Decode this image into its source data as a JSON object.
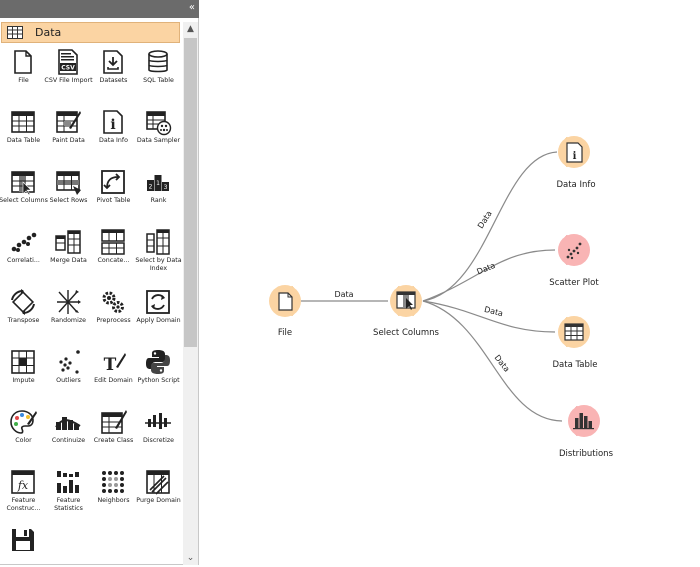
{
  "toolbox": {
    "collapse_icon": "«",
    "category": "Data",
    "scroll_up": "▲",
    "scroll_down": "⌄",
    "widgets": [
      {
        "label": "File",
        "icon": "file-icon"
      },
      {
        "label": "CSV File Import",
        "icon": "csv-file-icon"
      },
      {
        "label": "Datasets",
        "icon": "datasets-icon"
      },
      {
        "label": "SQL Table",
        "icon": "database-icon"
      },
      {
        "label": "Data Table",
        "icon": "table-icon"
      },
      {
        "label": "Paint Data",
        "icon": "paint-data-icon"
      },
      {
        "label": "Data Info",
        "icon": "info-icon"
      },
      {
        "label": "Data Sampler",
        "icon": "data-sampler-icon"
      },
      {
        "label": "Select Columns",
        "icon": "select-columns-icon"
      },
      {
        "label": "Select Rows",
        "icon": "select-rows-icon"
      },
      {
        "label": "Pivot Table",
        "icon": "pivot-table-icon"
      },
      {
        "label": "Rank",
        "icon": "rank-icon"
      },
      {
        "label": "Correlati...",
        "icon": "correlations-icon"
      },
      {
        "label": "Merge Data",
        "icon": "merge-data-icon"
      },
      {
        "label": "Concate...",
        "icon": "concatenate-icon"
      },
      {
        "label": "Select by Data Index",
        "icon": "select-by-index-icon"
      },
      {
        "label": "Transpose",
        "icon": "transpose-icon"
      },
      {
        "label": "Randomize",
        "icon": "randomize-icon"
      },
      {
        "label": "Preprocess",
        "icon": "preprocess-icon"
      },
      {
        "label": "Apply Domain",
        "icon": "apply-domain-icon"
      },
      {
        "label": "Impute",
        "icon": "impute-icon"
      },
      {
        "label": "Outliers",
        "icon": "outliers-icon"
      },
      {
        "label": "Edit Domain",
        "icon": "edit-domain-icon"
      },
      {
        "label": "Python Script",
        "icon": "python-icon"
      },
      {
        "label": "Color",
        "icon": "color-palette-icon"
      },
      {
        "label": "Continuize",
        "icon": "continuize-icon"
      },
      {
        "label": "Create Class",
        "icon": "create-class-icon"
      },
      {
        "label": "Discretize",
        "icon": "discretize-icon"
      },
      {
        "label": "Feature Construc...",
        "icon": "feature-constructor-icon"
      },
      {
        "label": "Feature Statistics",
        "icon": "feature-statistics-icon"
      },
      {
        "label": "Neighbors",
        "icon": "neighbors-icon"
      },
      {
        "label": "Purge Domain",
        "icon": "purge-domain-icon"
      },
      {
        "label": "",
        "icon": "save-icon"
      }
    ]
  },
  "workflow": {
    "nodes": {
      "file": {
        "label": "File"
      },
      "select_columns": {
        "label": "Select Columns"
      },
      "data_info": {
        "label": "Data Info"
      },
      "scatter_plot": {
        "label": "Scatter Plot"
      },
      "data_table": {
        "label": "Data Table"
      },
      "distributions": {
        "label": "Distributions"
      }
    },
    "links": {
      "file_to_select": "Data",
      "select_to_info": "Data",
      "select_to_scatter": "Data",
      "select_to_table": "Data",
      "select_to_dist": "Data"
    },
    "colors": {
      "data_node_fill": "#fbd4a3",
      "data_node_ring": "#f6b86a",
      "vis_node_fill": "#f9b4b4",
      "vis_node_ring": "#ef8c8c",
      "link": "#8a8a8a"
    }
  }
}
